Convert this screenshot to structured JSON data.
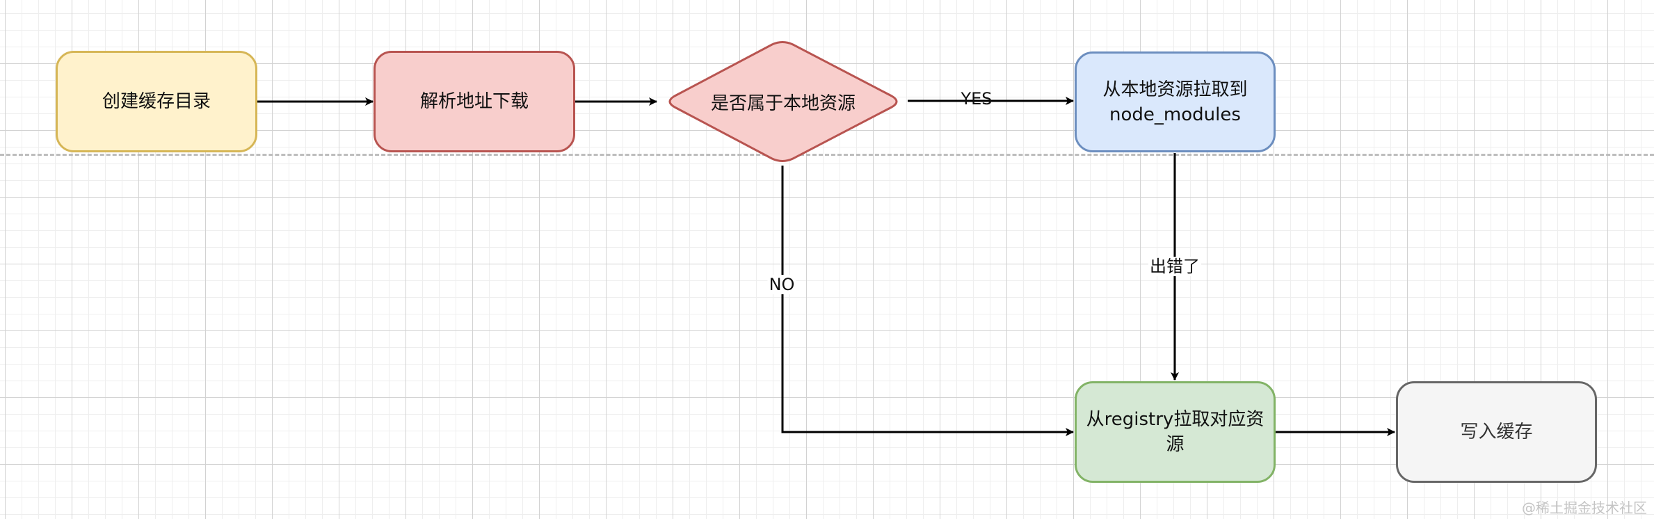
{
  "diagram": {
    "type": "flowchart",
    "nodes": [
      {
        "id": "n1",
        "shape": "rounded-rect",
        "label_lines": [
          "创建缓存目录"
        ],
        "fill": "#fff2cc",
        "stroke": "#d6b656"
      },
      {
        "id": "n2",
        "shape": "rounded-rect",
        "label_lines": [
          "解析地址下载"
        ],
        "fill": "#f8cecc",
        "stroke": "#b85450"
      },
      {
        "id": "n3",
        "shape": "diamond",
        "label_lines": [
          "是否属于本地资源"
        ],
        "fill": "#f8cecc",
        "stroke": "#b85450"
      },
      {
        "id": "n4",
        "shape": "rounded-rect",
        "label_lines": [
          "从本地资源拉取到",
          "node_modules"
        ],
        "fill": "#dae8fc",
        "stroke": "#6c8ebf"
      },
      {
        "id": "n5",
        "shape": "rounded-rect",
        "label_lines": [
          "从registry拉取对应资",
          "源"
        ],
        "fill": "#d5e8d4",
        "stroke": "#82b366"
      },
      {
        "id": "n6",
        "shape": "rounded-rect",
        "label_lines": [
          "写入缓存"
        ],
        "fill": "#f5f5f5",
        "stroke": "#666666"
      }
    ],
    "edges": [
      {
        "id": "e1",
        "from": "n1",
        "to": "n2",
        "label": ""
      },
      {
        "id": "e2",
        "from": "n2",
        "to": "n3",
        "label": ""
      },
      {
        "id": "e3",
        "from": "n3",
        "to": "n4",
        "label": "YES"
      },
      {
        "id": "e4",
        "from": "n3",
        "to": "n5",
        "label": "NO"
      },
      {
        "id": "e5",
        "from": "n4",
        "to": "n5",
        "label": "出错了"
      },
      {
        "id": "e6",
        "from": "n5",
        "to": "n6",
        "label": ""
      }
    ],
    "edge_color": "#000000",
    "divider_color": "#bdbdbd"
  },
  "watermark": "@稀土掘金技术社区"
}
